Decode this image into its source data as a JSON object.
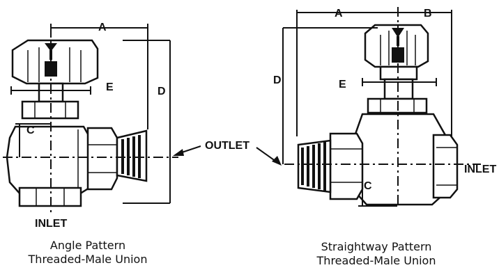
{
  "labels": {
    "angle_a": "A",
    "angle_c": "C",
    "angle_d": "D",
    "angle_e": "E",
    "angle_inlet": "INLET",
    "outlet": "OUTLET",
    "straight_a": "A",
    "straight_b": "B",
    "straight_c": "C",
    "straight_d": "D",
    "straight_e": "E",
    "straight_inlet": "INLET"
  },
  "captions": {
    "angle_line1": "Angle Pattern",
    "angle_line2": "Threaded-Male Union",
    "straight_line1": "Straightway Pattern",
    "straight_line2": "Threaded-Male Union"
  }
}
